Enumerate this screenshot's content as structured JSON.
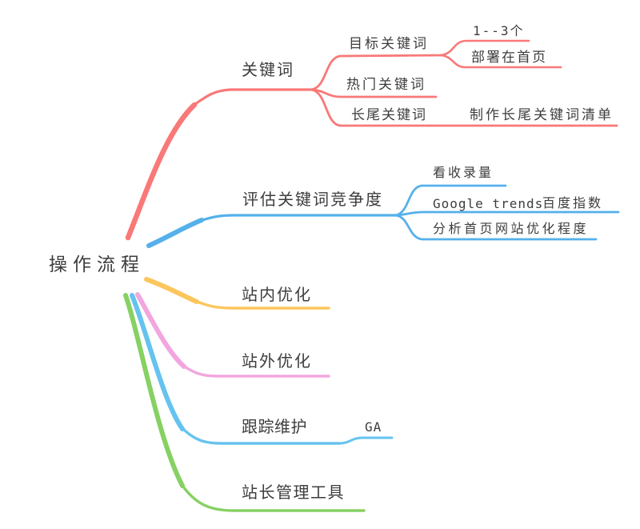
{
  "app": {
    "type": "mindmap",
    "background_color": "#ffffff",
    "text_color": "#3d3d3d"
  },
  "root": {
    "label": "操作流程"
  },
  "branches": [
    {
      "id": "keywords",
      "label": "关键词",
      "color": "#f97878",
      "children": [
        {
          "label": "目标关键词",
          "children": [
            {
              "label": "1--3个"
            },
            {
              "label": "部署在首页"
            }
          ]
        },
        {
          "label": "热门关键词"
        },
        {
          "label": "长尾关键词",
          "children": [
            {
              "label": "制作长尾关键词清单"
            }
          ]
        }
      ]
    },
    {
      "id": "evaluate-competition",
      "label": "评估关键词竞争度",
      "color": "#55b0eb",
      "children": [
        {
          "label": "看收录量"
        },
        {
          "label": "Google trends",
          "label2": "百度指数"
        },
        {
          "label": "分析首页网站优化程度"
        }
      ]
    },
    {
      "id": "onsite-optimization",
      "label": "站内优化",
      "color": "#fcc65c",
      "children": []
    },
    {
      "id": "offsite-optimization",
      "label": "站外优化",
      "color": "#f2a6df",
      "children": []
    },
    {
      "id": "tracking-maintenance",
      "label": "跟踪维护",
      "color": "#66c3ef",
      "children": [
        {
          "label": "GA"
        }
      ]
    },
    {
      "id": "webmaster-tools",
      "label": "站长管理工具",
      "color": "#86d163",
      "children": []
    }
  ]
}
